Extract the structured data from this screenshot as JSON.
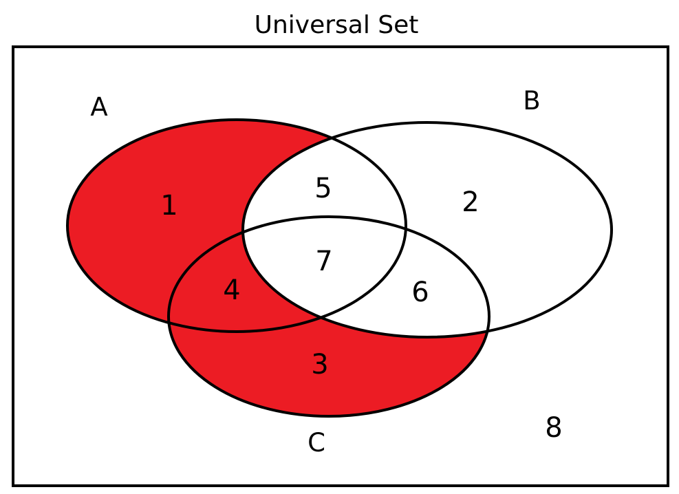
{
  "title": "Universal Set",
  "colors": {
    "shaded_fill": "#ec1c24",
    "unshaded_fill": "#ffffff",
    "outline": "#000000",
    "background": "#ffffff"
  },
  "sets": [
    {
      "label": "A"
    },
    {
      "label": "B"
    },
    {
      "label": "C"
    }
  ],
  "regions": [
    {
      "number": "1",
      "region": "A only",
      "shaded": true
    },
    {
      "number": "2",
      "region": "B only",
      "shaded": false
    },
    {
      "number": "3",
      "region": "C only",
      "shaded": true
    },
    {
      "number": "4",
      "region": "A and C only",
      "shaded": true
    },
    {
      "number": "5",
      "region": "A and B only",
      "shaded": false
    },
    {
      "number": "6",
      "region": "B and C only",
      "shaded": false
    },
    {
      "number": "7",
      "region": "A and B and C",
      "shaded": false
    },
    {
      "number": "8",
      "region": "outside all sets",
      "shaded": false
    }
  ]
}
